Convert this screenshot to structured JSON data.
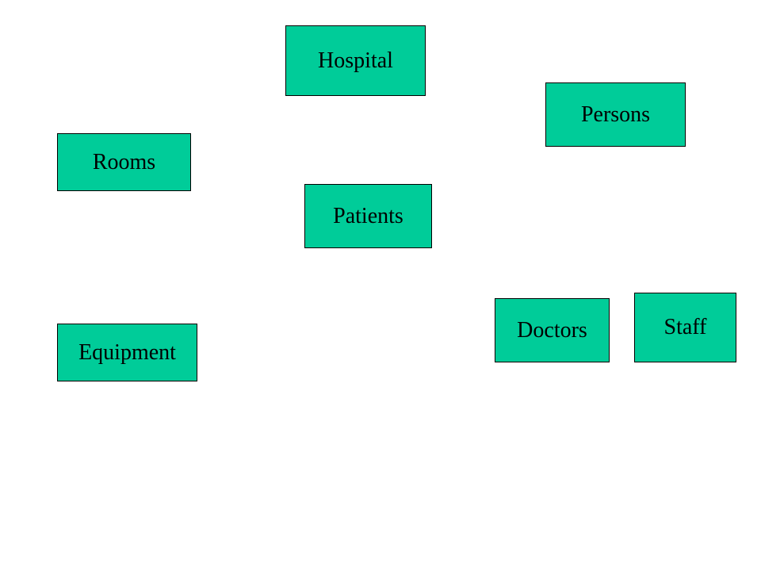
{
  "colors": {
    "box_fill": "#00CC99",
    "box_border": "#000000",
    "text": "#000000",
    "background": "#FFFFFF"
  },
  "boxes": {
    "hospital": "Hospital",
    "persons": "Persons",
    "rooms": "Rooms",
    "patients": "Patients",
    "doctors": "Doctors",
    "staff": "Staff",
    "equipment": "Equipment"
  }
}
